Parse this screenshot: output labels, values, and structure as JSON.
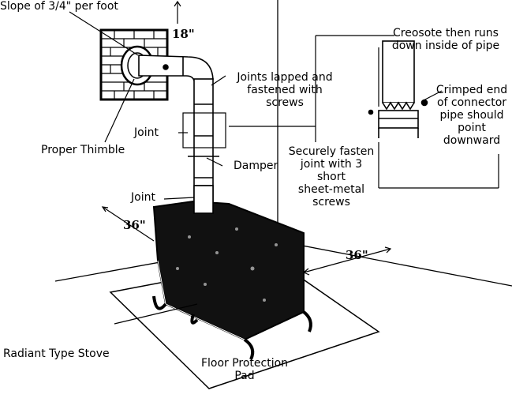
{
  "labels": {
    "slope": "Slope of 3/4\" per foot",
    "thimble": "Proper Thimble",
    "joint_upper": "Joint",
    "joint_lower": "Joint",
    "joints_lapped_1": "Joints lapped and",
    "joints_lapped_2": "fastened with",
    "joints_lapped_3": "screws",
    "damper": "Damper",
    "creosote_1": "Creosote then runs",
    "creosote_2": "down inside of pipe",
    "crimped_1": "Crimped end",
    "crimped_2": "of connector",
    "crimped_3": "pipe should",
    "crimped_4": "point",
    "crimped_5": "downward",
    "secure_1": "Securely fasten",
    "secure_2": "joint with 3",
    "secure_3": "short",
    "secure_4": "sheet-metal",
    "secure_5": "screws",
    "radiant": "Radiant Type Stove",
    "floor_1": "Floor Protection",
    "floor_2": "Pad"
  },
  "dimensions": {
    "ceiling": "18\"",
    "side": "36\"",
    "back": "36\""
  },
  "colors": {
    "ink": "#000000",
    "paper": "#ffffff"
  }
}
